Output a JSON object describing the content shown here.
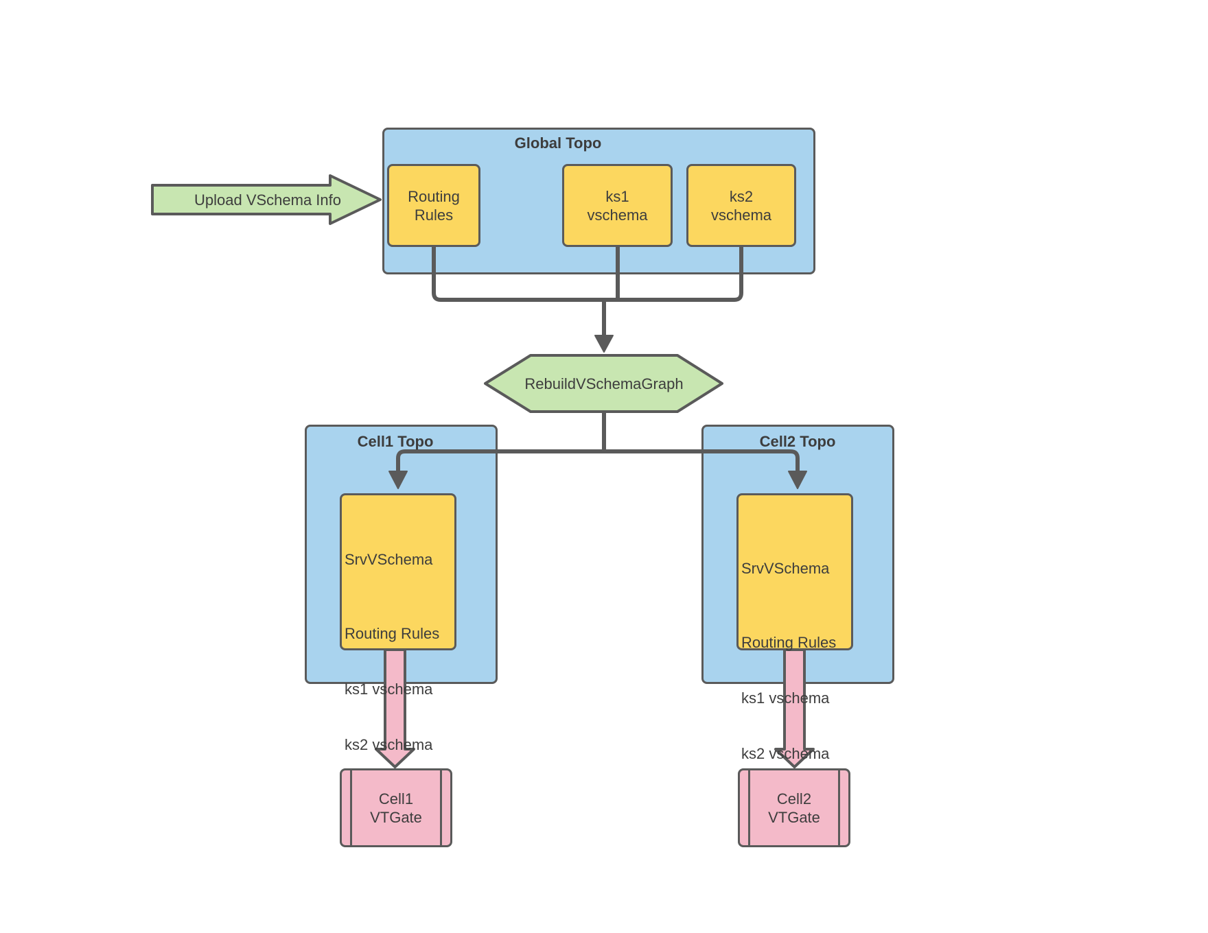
{
  "colors": {
    "blue": "#a9d3ee",
    "yellow": "#fcd75f",
    "green": "#c8e6b1",
    "pink": "#f4bac9",
    "stroke": "#5a5a5a",
    "text": "#3d3d3d"
  },
  "upload_arrow": {
    "label": "Upload VSchema Info"
  },
  "global_topo": {
    "title": "Global Topo",
    "routing_rules": {
      "line1": "Routing",
      "line2": "Rules"
    },
    "ks1": {
      "line1": "ks1",
      "line2": "vschema"
    },
    "ks2": {
      "line1": "ks2",
      "line2": "vschema"
    }
  },
  "rebuild": {
    "label": "RebuildVSchemaGraph"
  },
  "cell1": {
    "title": "Cell1 Topo",
    "srv": {
      "line1": "SrvVSchema",
      "line2": "Routing Rules",
      "line3": "ks1 vschema",
      "line4": "ks2 vschema"
    },
    "vtgate": {
      "line1": "Cell1",
      "line2": "VTGate"
    }
  },
  "cell2": {
    "title": "Cell2 Topo",
    "srv": {
      "line1": "SrvVSchema",
      "line2": "Routing Rules",
      "line3": "ks1 vschema",
      "line4": "ks2 vschema"
    },
    "vtgate": {
      "line1": "Cell2",
      "line2": "VTGate"
    }
  }
}
